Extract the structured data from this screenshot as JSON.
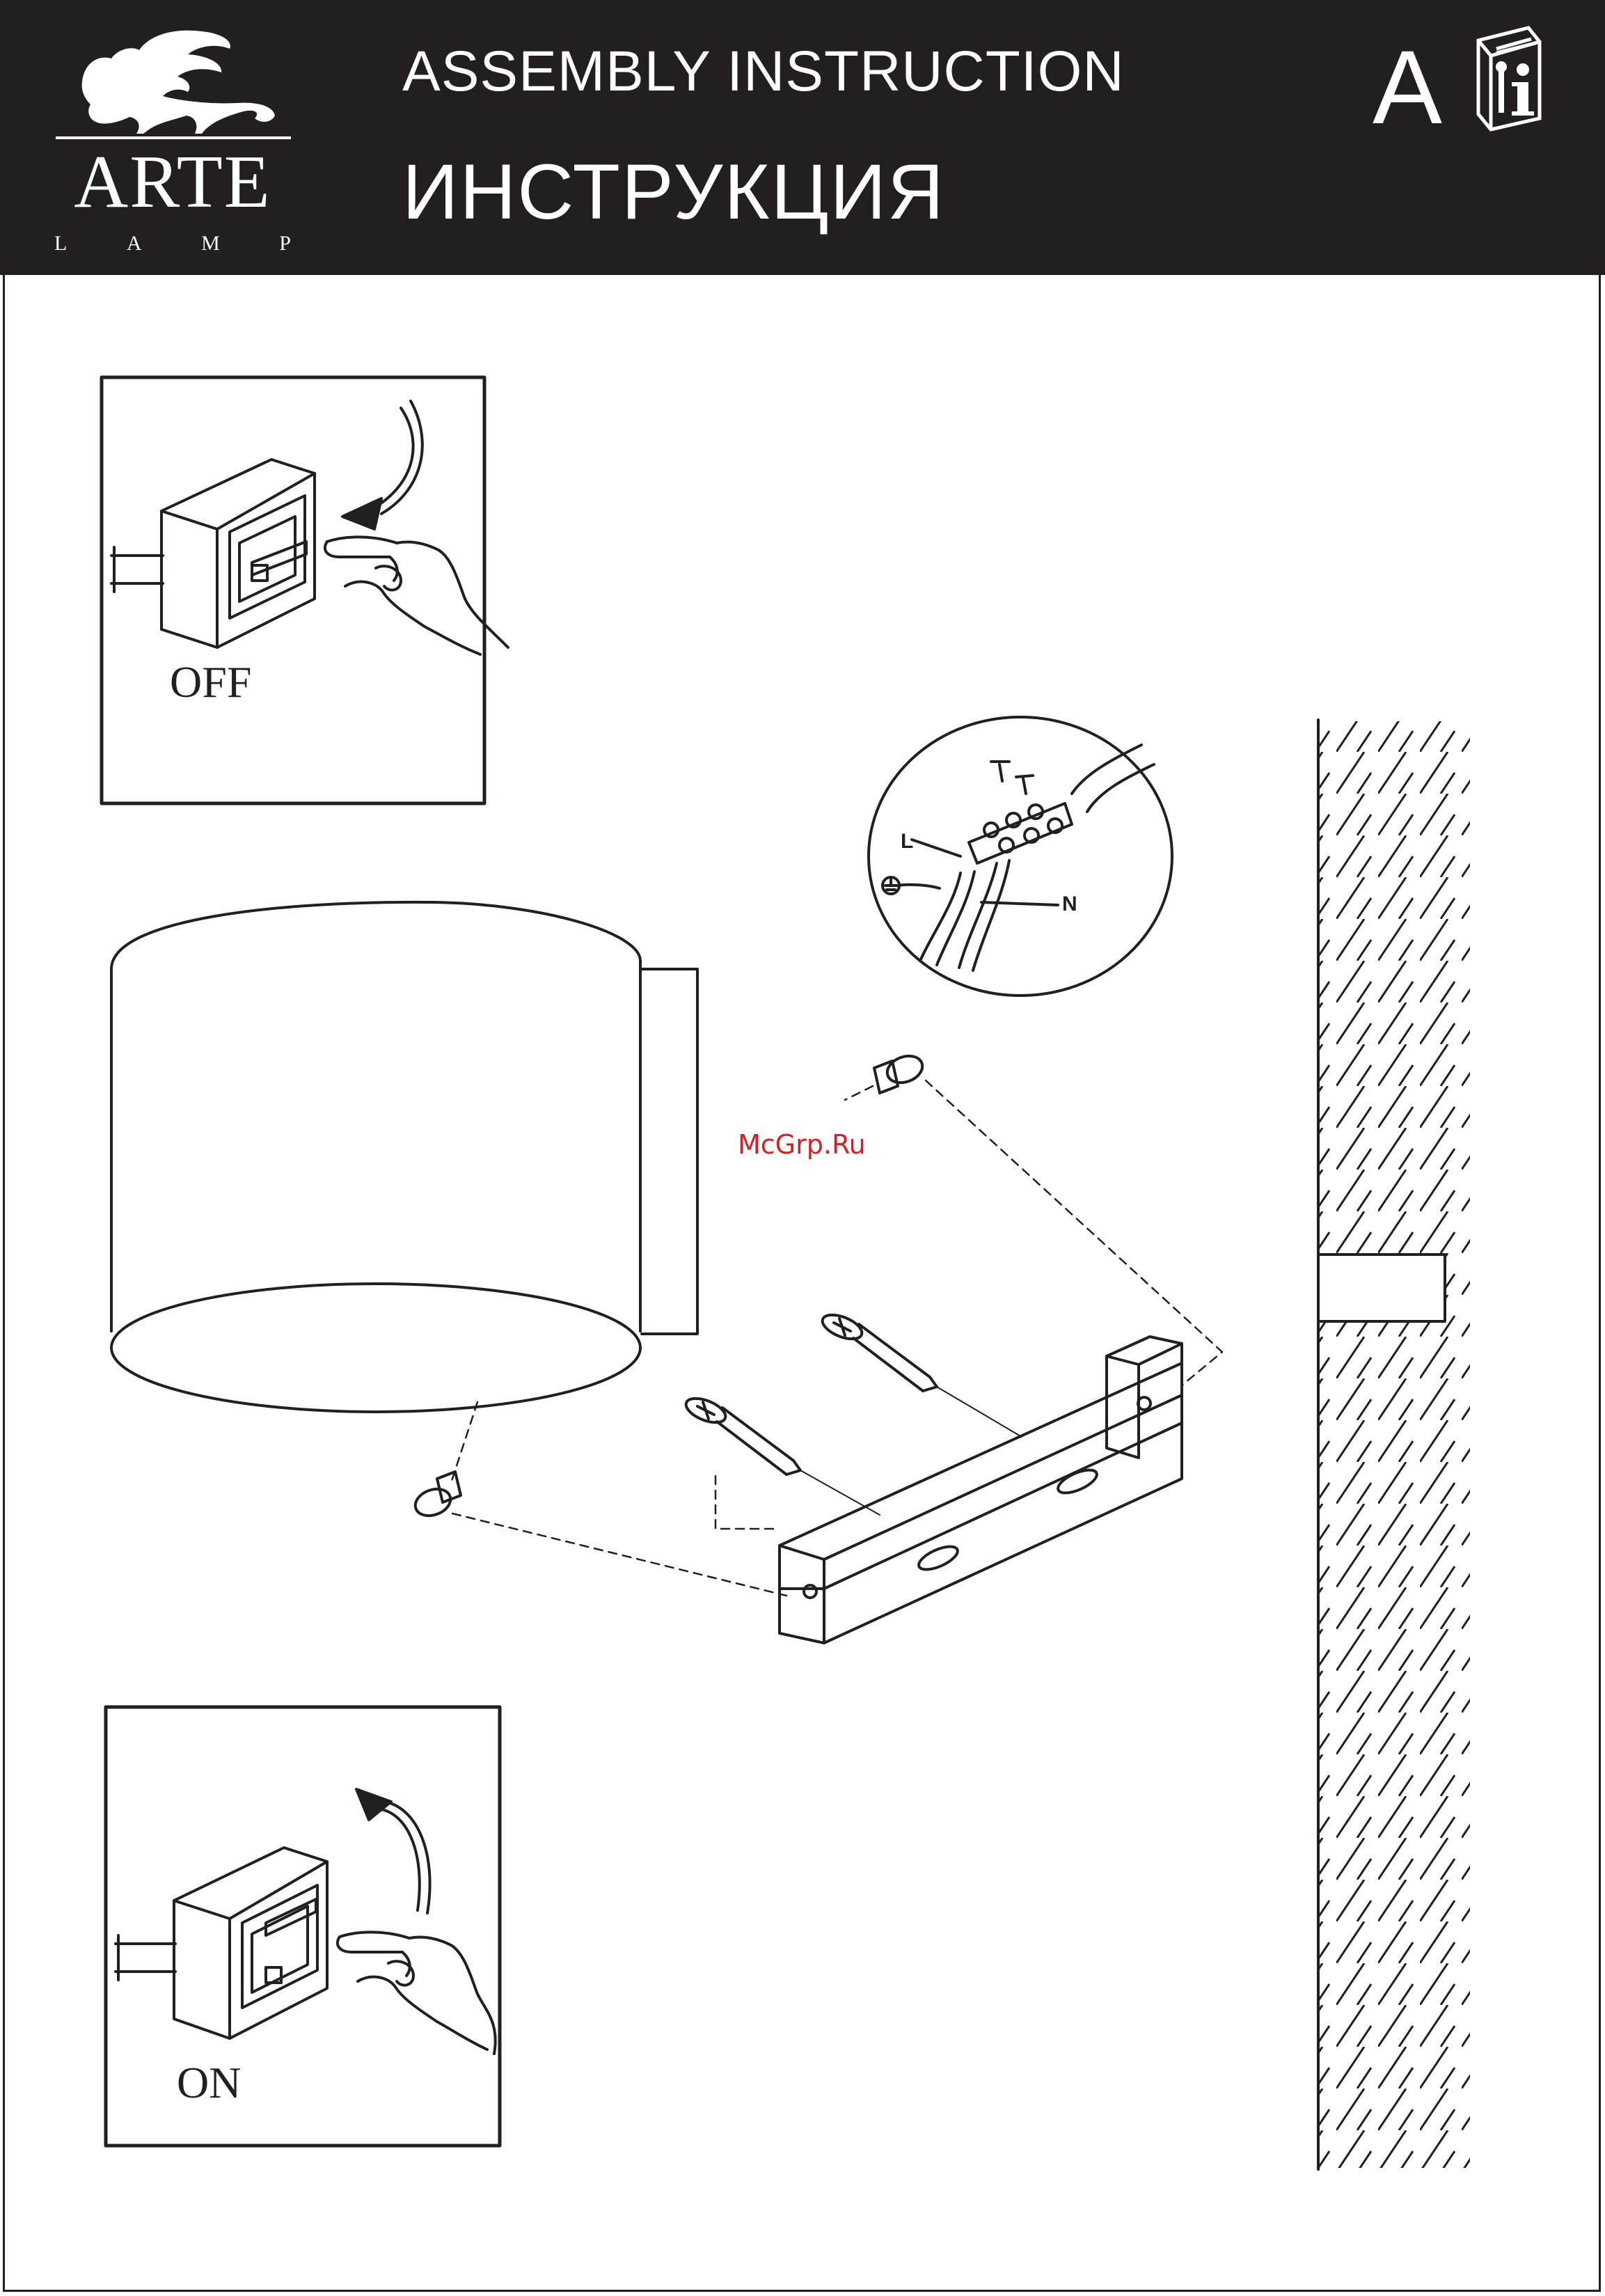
{
  "header": {
    "brand_name": "ARTE",
    "brand_sub": [
      "L",
      "A",
      "M",
      "P"
    ],
    "title_en": "ASSEMBLY  INSTRUCTION",
    "title_ru": "ИНСТРУКЦИЯ",
    "variant_letter": "A",
    "info_icon": "manual-info-icon"
  },
  "steps": {
    "switch_off_label": "OFF",
    "switch_on_label": "ON"
  },
  "wiring": {
    "live_label": "L",
    "neutral_label": "N",
    "ground_icon": "ground-symbol-icon"
  },
  "watermark": "McGrp.Ru",
  "colors": {
    "header_background": "#231f20",
    "line": "#231f20",
    "watermark": "#d41f26"
  }
}
